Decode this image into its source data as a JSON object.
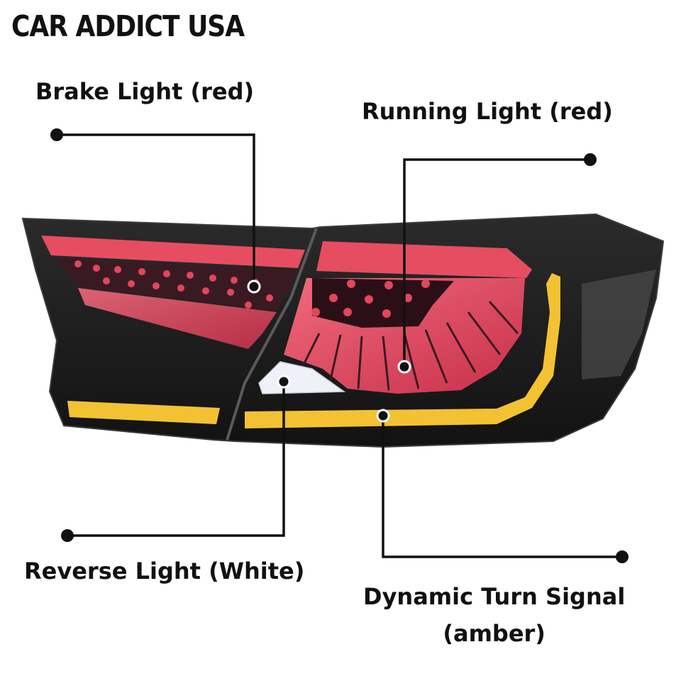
{
  "brand": {
    "name": "CAR ADDICT USA"
  },
  "callouts": {
    "brake": "Brake Light (red)",
    "running": "Running Light (red)",
    "reverse": "Reverse Light (White)",
    "turn_line1": "Dynamic Turn Signal",
    "turn_line2": "(amber)"
  },
  "colors": {
    "housing": "#1e1e1e",
    "red_light": "#e0455a",
    "amber": "#f3c233",
    "white_light": "#eef2f8",
    "leader": "#111111"
  }
}
